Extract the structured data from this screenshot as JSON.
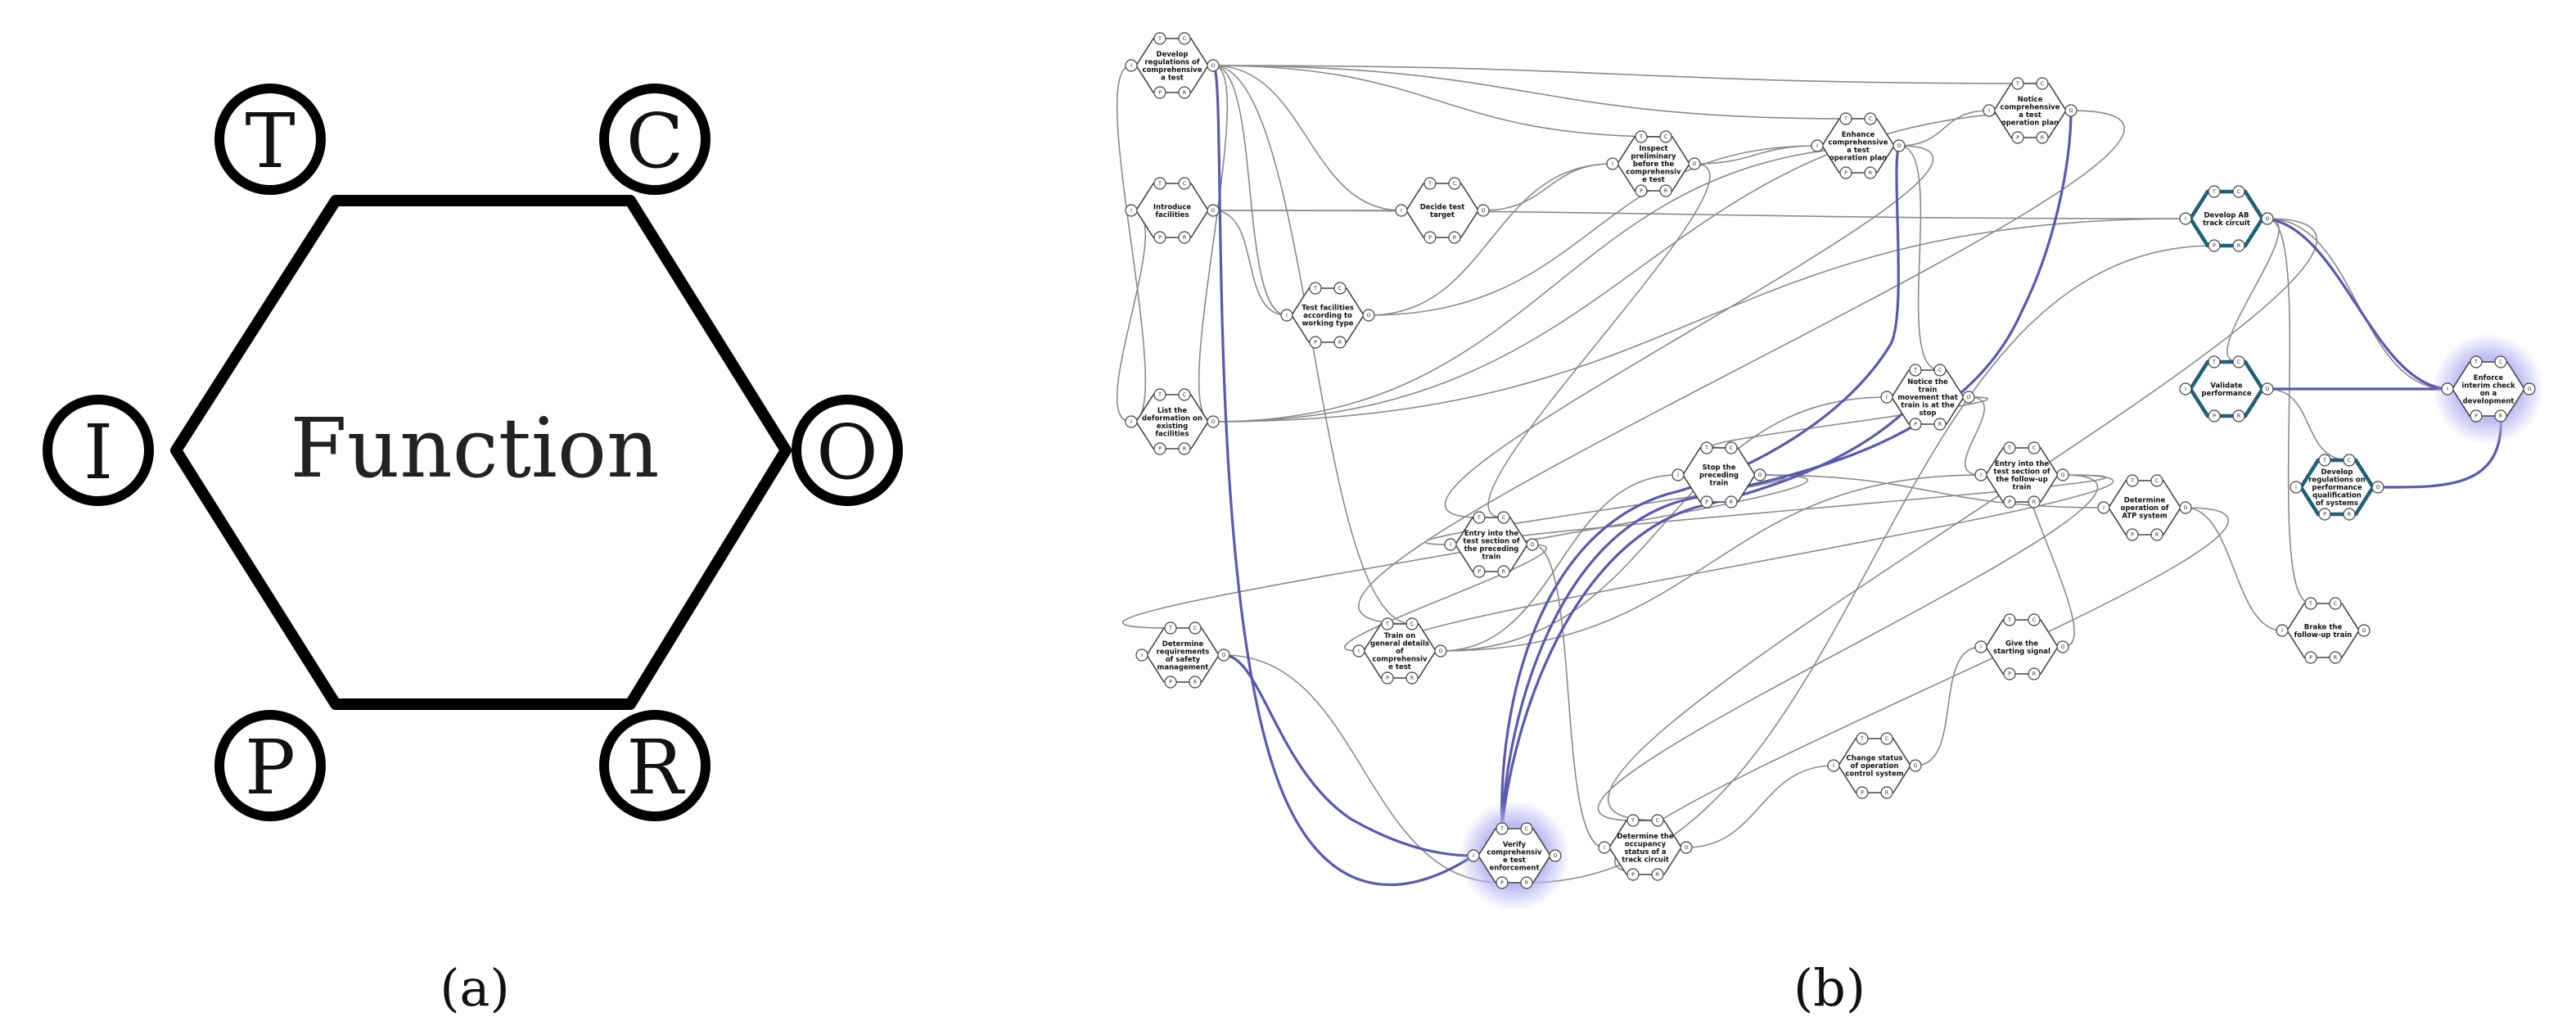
{
  "panel_a": {
    "function_label": "Function",
    "aspects": {
      "T": "T",
      "C": "C",
      "I": "I",
      "O": "O",
      "P": "P",
      "R": "R"
    },
    "caption": "(a)"
  },
  "panel_b": {
    "caption": "(b)",
    "port_letters": [
      "T",
      "C",
      "I",
      "O",
      "P",
      "R"
    ],
    "colors": {
      "edge": "#8a8a8a",
      "highlight_edge": "#5b58b0",
      "highlight_glow": "#b9b6f2",
      "blue_node": "#1f5f7a"
    },
    "nodes": [
      {
        "id": "n1",
        "lines": [
          "Develop",
          "regulations of",
          "comprehensive",
          "a test"
        ]
      },
      {
        "id": "n2",
        "lines": [
          "Introduce",
          "facilities"
        ]
      },
      {
        "id": "n3",
        "lines": [
          "List the",
          "deformation on",
          "existing",
          "facilities"
        ]
      },
      {
        "id": "n4",
        "lines": [
          "Test facilities",
          "according to",
          "working type"
        ]
      },
      {
        "id": "n5",
        "lines": [
          "Decide test",
          "target"
        ]
      },
      {
        "id": "n6",
        "lines": [
          "Inspect",
          "preliminary",
          "before the",
          "comprehensiv",
          "e test"
        ]
      },
      {
        "id": "n7",
        "lines": [
          "Enhance",
          "comprehensive",
          "a test",
          "operation plan"
        ]
      },
      {
        "id": "n8",
        "lines": [
          "Notice",
          "comprehensive",
          "a test",
          "operation plan"
        ]
      },
      {
        "id": "n9",
        "lines": [
          "Develop AB",
          "track circuit"
        ]
      },
      {
        "id": "n10",
        "lines": [
          "Validate",
          "performance"
        ]
      },
      {
        "id": "n11",
        "lines": [
          "Enforce",
          "interim check",
          "on a",
          "development"
        ]
      },
      {
        "id": "n12",
        "lines": [
          "Develop",
          "regulations on",
          "performance",
          "qualification",
          "of systems"
        ]
      },
      {
        "id": "n13",
        "lines": [
          "Notice the",
          "train",
          "movement that",
          "train is at the",
          "stop"
        ]
      },
      {
        "id": "n14",
        "lines": [
          "Stop the",
          "preceding",
          "train"
        ]
      },
      {
        "id": "n15",
        "lines": [
          "Entry into the",
          "test section of",
          "the follow-up",
          "train"
        ]
      },
      {
        "id": "n16",
        "lines": [
          "Determine",
          "operation of",
          "ATP system"
        ]
      },
      {
        "id": "n17",
        "lines": [
          "Entry into the",
          "test section of",
          "the preceding",
          "train"
        ]
      },
      {
        "id": "n18",
        "lines": [
          "Train on",
          "general details",
          "of",
          "comprehensiv",
          "e test"
        ]
      },
      {
        "id": "n19",
        "lines": [
          "Determine",
          "requirements",
          "of safety",
          "management"
        ]
      },
      {
        "id": "n20",
        "lines": [
          "Give the",
          "starting signal"
        ]
      },
      {
        "id": "n21",
        "lines": [
          "Brake the",
          "follow-up train"
        ]
      },
      {
        "id": "n22",
        "lines": [
          "Change status",
          "of operation",
          "control system"
        ]
      },
      {
        "id": "n23",
        "lines": [
          "Determine the",
          "occupancy",
          "status of a",
          "track circuit"
        ]
      },
      {
        "id": "n24",
        "lines": [
          "Verify",
          "comprehensiv",
          "e test",
          "enforcement"
        ]
      }
    ]
  }
}
